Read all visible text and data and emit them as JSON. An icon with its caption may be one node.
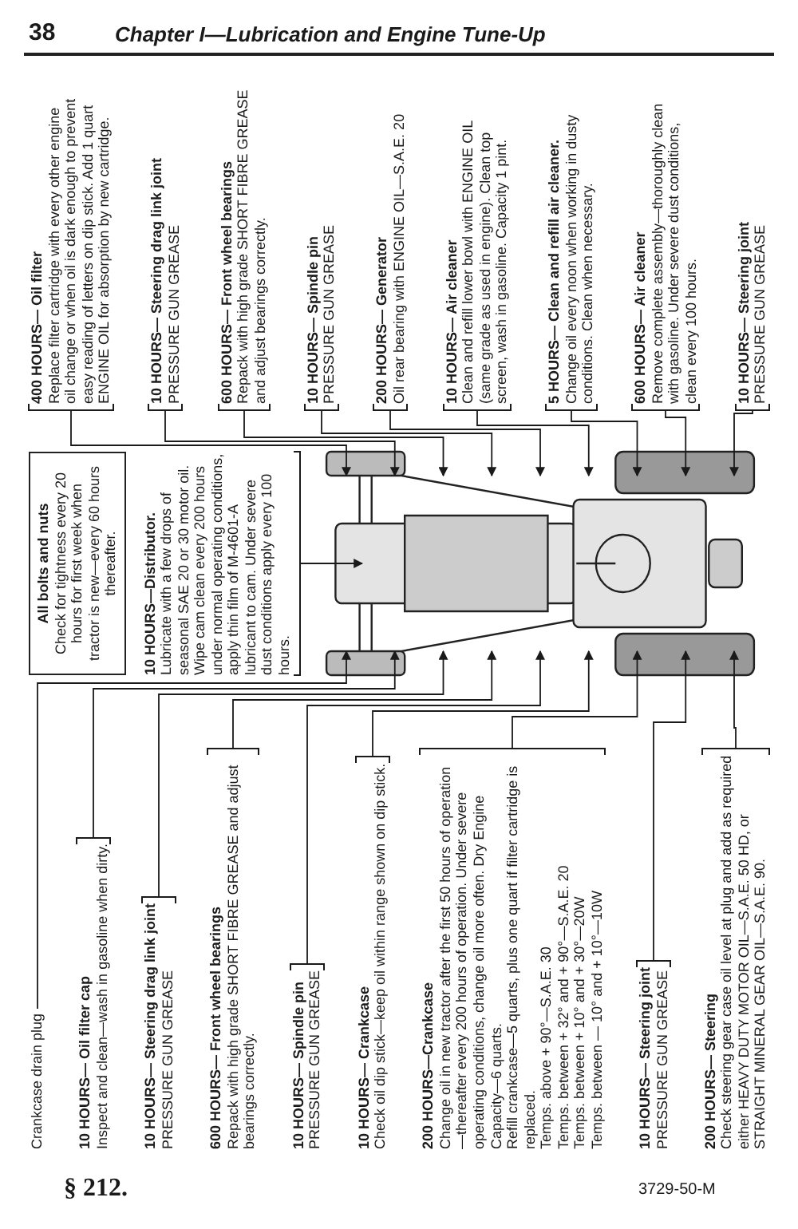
{
  "diagram": {
    "nodes": [
      {
        "text": [
          "Crankcase drain plug"
        ]
      },
      {
        "text": [
          "10 HOURS— Oil filter cap",
          "Inspect and clean—wash in gasoline when dirty."
        ]
      },
      {
        "text": [
          "10 HOURS— Steering drag link joint",
          "PRESSURE GUN GREASE"
        ]
      },
      {
        "text": [
          "600 HOURS— Front wheel bearings",
          "Repack with high grade SHORT FIBRE GREASE and adjust bearings correctly."
        ]
      },
      {
        "text": [
          "10 HOURS— Spindle pin",
          "PRESSURE GUN GREASE"
        ]
      },
      {
        "text": [
          "10 HOURS— Crankcase",
          "Check oil dip stick—keep oil within range shown on dip stick."
        ]
      },
      {
        "text": [
          "200 HOURS—Crankcase",
          "Change oil in new tractor after the first 50 hours of operation—thereafter every 200 hours of operation. Under severe operating conditions, change oil more often. Dry Engine Capacity—6 quarts.",
          "Refill crankcase—5 quarts, plus one quart if filter cartridge is replaced.",
          "Temps. above + 90°—S.A.E. 30",
          "Temps. between + 32° and + 90°—S.A.E. 20",
          "Temps. between + 10° and + 30°—20W",
          "Temps. between — 10° and + 10°—10W"
        ]
      },
      {
        "text": [
          "10 HOURS— Steering joint",
          "PRESSURE GUN GREASE"
        ]
      },
      {
        "text": [
          "200 HOURS— Steering",
          "Check steering gear case oil level at plug and add as required either HEAVY DUTY MOTOR OIL—S.A.E. 50 HD, or STRAIGHT MINERAL GEAR OIL—S.A.E. 90."
        ]
      },
      {
        "text": [
          "All bolts and nuts",
          "Check for tightness every 20 hours for first week when tractor is new—every 60 hours thereafter."
        ]
      },
      {
        "text": [
          "10 HOURS—Distributor.",
          "Lubricate with a few drops of seasonal SAE 20 or 30 motor oil. Wipe cam clean every 200 hours under normal operating conditions, apply thin film of M-4601-A lubricant to cam. Under severe dust conditions apply every 100 hours."
        ]
      },
      {
        "text": [
          "400 HOURS— Oil filter",
          "Replace filter cartridge with every other engine oil change or when oil is dark enough to prevent easy reading of letters on dip stick. Add 1 quart ENGINE OIL for absorption by new cartridge."
        ]
      },
      {
        "text": [
          "10 HOURS— Steering drag link joint",
          "PRESSURE GUN GREASE"
        ]
      },
      {
        "text": [
          "600 HOURS— Front wheel bearings",
          "Repack with high grade SHORT FIBRE GREASE and adjust bearings correctly."
        ]
      },
      {
        "text": [
          "10 HOURS— Spindle pin",
          "PRESSURE GUN GREASE"
        ]
      },
      {
        "text": [
          "200 HOURS— Generator",
          "Oil rear bearing with ENGINE OIL—S.A.E. 20"
        ]
      },
      {
        "text": [
          "10 HOURS— Air cleaner",
          "Clean and refill lower bowl with ENGINE OIL (same grade as used in engine). Clean top screen, wash in gasoline. Capacity 1 pint."
        ]
      },
      {
        "text": [
          "5 HOURS— Clean and refill air cleaner.",
          "Change oil every noon when working in dusty conditions. Clean when necessary."
        ]
      },
      {
        "text": [
          "600 HOURS— Air cleaner",
          "Remove complete assembly—thoroughly clean with gasoline. Under severe dust conditions, clean every 100 hours."
        ]
      },
      {
        "text": [
          "10 HOURS— Steering joint",
          "PRESSURE GUN GREASE"
        ]
      }
    ],
    "edges": [
      {
        "from": 0,
        "to": null,
        "arrow": "to"
      },
      {
        "from": 1,
        "to": null,
        "arrow": "to"
      },
      {
        "from": 2,
        "to": null,
        "arrow": "to"
      },
      {
        "from": 3,
        "to": null,
        "arrow": "to"
      },
      {
        "from": 4,
        "to": null,
        "arrow": "to"
      },
      {
        "from": 5,
        "to": null,
        "arrow": "to"
      },
      {
        "from": 6,
        "to": null,
        "arrow": "to"
      },
      {
        "from": 7,
        "to": null,
        "arrow": "to"
      },
      {
        "from": 8,
        "to": null,
        "arrow": "to"
      },
      {
        "from": 10,
        "to": null,
        "arrow": "to"
      },
      {
        "from": 11,
        "to": null,
        "arrow": "to"
      },
      {
        "from": 12,
        "to": null,
        "arrow": "to"
      },
      {
        "from": 13,
        "to": null,
        "arrow": "to"
      },
      {
        "from": 14,
        "to": null,
        "arrow": "to"
      },
      {
        "from": 15,
        "to": null,
        "arrow": "to"
      },
      {
        "from": 16,
        "to": null,
        "arrow": "to"
      },
      {
        "from": 17,
        "to": null,
        "arrow": "to"
      },
      {
        "from": 18,
        "to": null,
        "arrow": "to"
      },
      {
        "from": 19,
        "to": null,
        "arrow": "to"
      }
    ],
    "labels": [
      "38",
      "Chapter I—Lubrication and Engine Tune-Up",
      "§ 212.",
      "3729-50-M"
    ]
  }
}
